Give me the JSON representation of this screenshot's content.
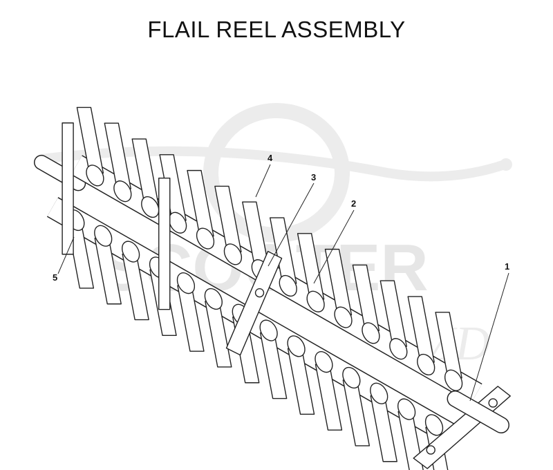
{
  "title": "FLAIL REEL ASSEMBLY",
  "watermark": {
    "text": "SCOOTER",
    "sub": "MD"
  },
  "callouts": [
    {
      "label": "1"
    },
    {
      "label": "2"
    },
    {
      "label": "3"
    },
    {
      "label": "4"
    },
    {
      "label": "5"
    }
  ],
  "colors": {
    "line": "#222222",
    "watermark": "#e6e6e6",
    "background": "#ffffff"
  }
}
